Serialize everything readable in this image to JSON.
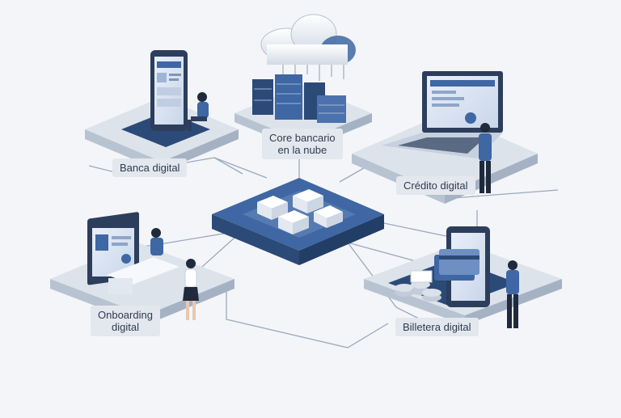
{
  "nodes": {
    "banca_digital": {
      "label": "Banca digital"
    },
    "core_bancario": {
      "label": "Core bancario\nen la nube"
    },
    "credito_digital": {
      "label": "Crédito digital"
    },
    "onboarding_digital": {
      "label": "Onboarding\ndigital"
    },
    "billetera_digital": {
      "label": "Billetera digital"
    }
  },
  "colors": {
    "background": "#f4f5f8",
    "platform_top": "#dde3eb",
    "platform_side": "#b8c3d1",
    "accent": "#3e67a3",
    "dark_blue": "#2c4a78",
    "connector": "#9aa9bd"
  }
}
